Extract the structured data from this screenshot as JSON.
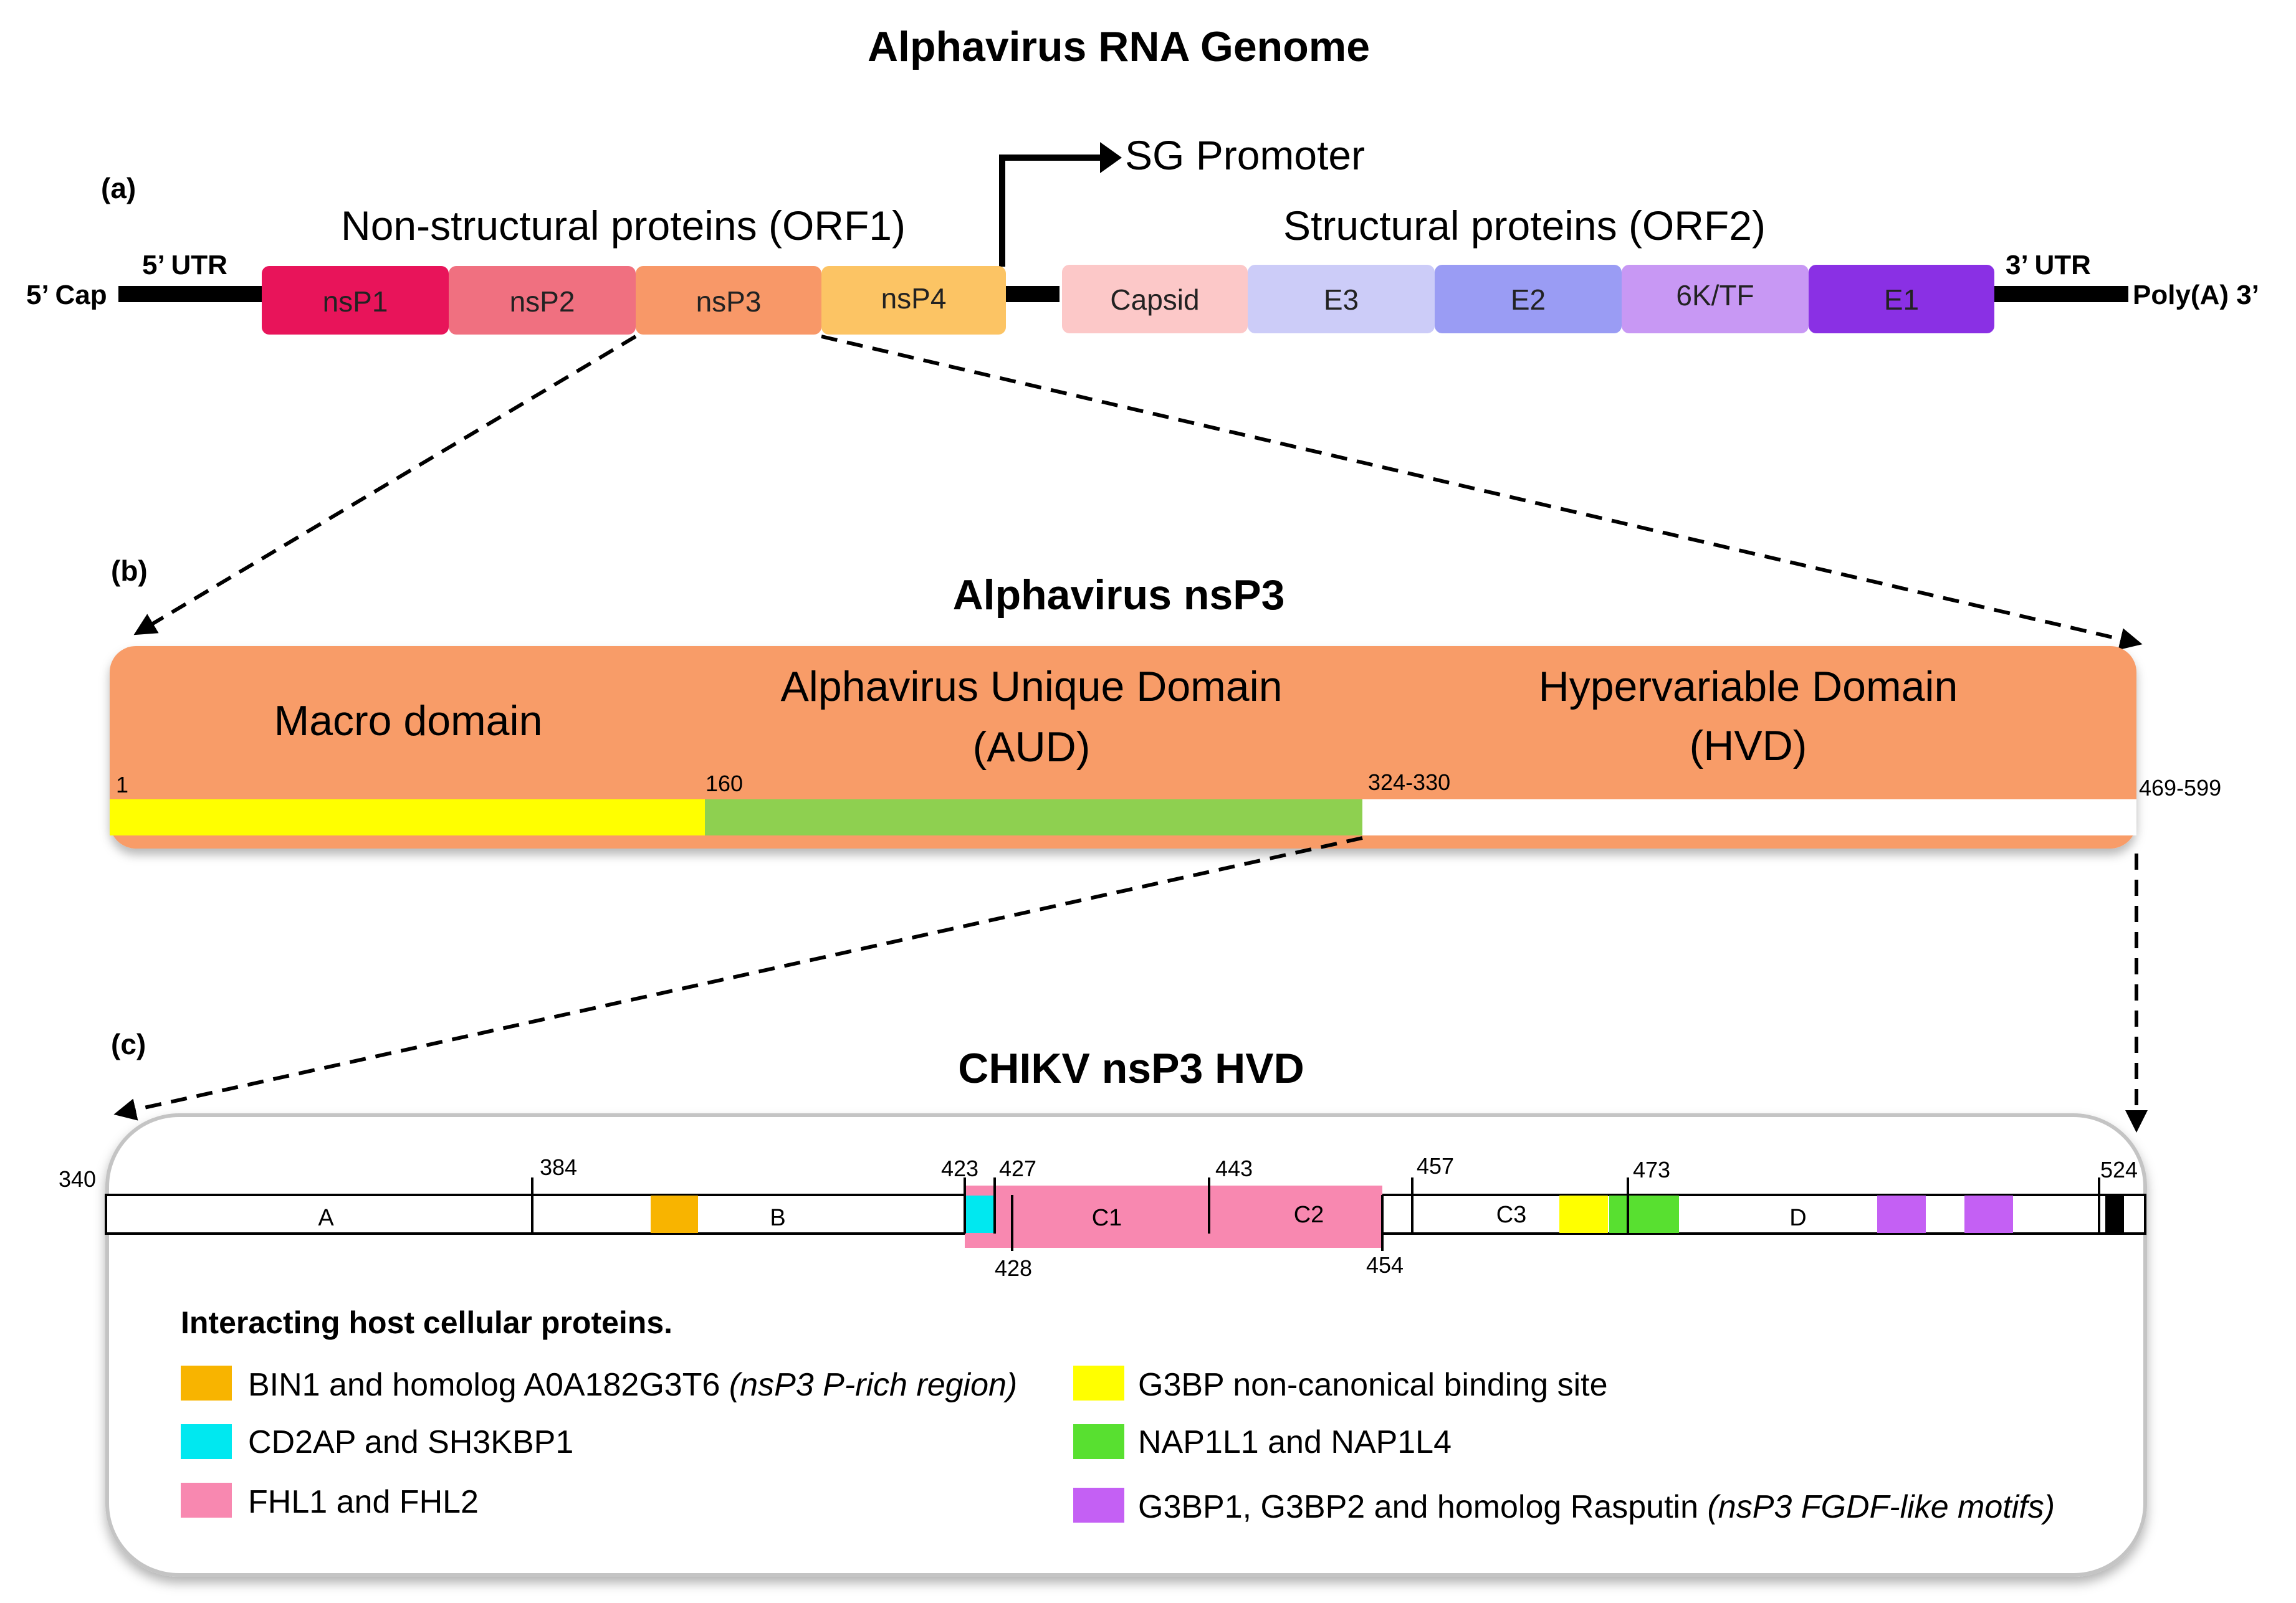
{
  "title": "Alphavirus RNA Genome",
  "panel_a": {
    "label": "(a)",
    "cap": "5’ Cap",
    "utr5": "5’ UTR",
    "utr3": "3’ UTR",
    "polya": "Poly(A) 3’",
    "sg_promoter": "SG Promoter",
    "nonstructural_title": "Non-structural proteins (ORF1)",
    "structural_title": "Structural proteins (ORF2)",
    "nonstructural_genes": [
      {
        "label": "nsP1",
        "color": "#e8145a"
      },
      {
        "label": "nsP2",
        "color": "#f07080"
      },
      {
        "label": "nsP3",
        "color": "#f89868"
      },
      {
        "label": "nsP4",
        "color": "#fcc464"
      }
    ],
    "structural_genes": [
      {
        "label": "Capsid",
        "color": "#fcc8c8"
      },
      {
        "label": "E3",
        "color": "#ccccf8"
      },
      {
        "label": "E2",
        "color": "#9a9cf4"
      },
      {
        "label": "6K/TF",
        "color": "#c898f4"
      },
      {
        "label": "E1",
        "color": "#8a30e4"
      }
    ]
  },
  "panel_b": {
    "label": "(b)",
    "title": "Alphavirus nsP3",
    "domain_macro": "Macro domain",
    "domain_aud_1": "Alphavirus Unique Domain",
    "domain_aud_2": "(AUD)",
    "domain_hvd_1": "Hypervariable Domain",
    "domain_hvd_2": "(HVD)",
    "pos_1": "1",
    "pos_160": "160",
    "pos_324": "324-330",
    "pos_469": "469-599",
    "colors": {
      "body": "#f89c68",
      "macro": "#ffff00",
      "aud": "#8ed050",
      "hvd": "#ffffff"
    }
  },
  "panel_c": {
    "label": "(c)",
    "title": "CHIKV nsP3 HVD",
    "segments": {
      "A": "A",
      "B": "B",
      "C1": "C1",
      "C2": "C2",
      "C3": "C3",
      "D": "D"
    },
    "positions_top": [
      "340",
      "384",
      "423",
      "427",
      "443",
      "457",
      "473",
      "524"
    ],
    "positions_bottom": [
      "428",
      "454"
    ],
    "legend_title": "Interacting host cellular proteins.",
    "legend": [
      {
        "label": "BIN1 and homolog A0A182G3T6 ",
        "note": "(nsP3 P-rich region)",
        "color": "#f8b400"
      },
      {
        "label": "CD2AP and SH3KBP1",
        "note": "",
        "color": "#00e8f0"
      },
      {
        "label": "FHL1 and FHL2",
        "note": "",
        "color": "#f888b0"
      },
      {
        "label": "G3BP non-canonical binding site",
        "note": "",
        "color": "#ffff00"
      },
      {
        "label": "NAP1L1 and NAP1L4",
        "note": "",
        "color": "#58e030"
      },
      {
        "label": "G3BP1, G3BP2 and homolog Rasputin ",
        "note": "(nsP3 FGDF-like motifs)",
        "color": "#c460f4"
      }
    ]
  }
}
